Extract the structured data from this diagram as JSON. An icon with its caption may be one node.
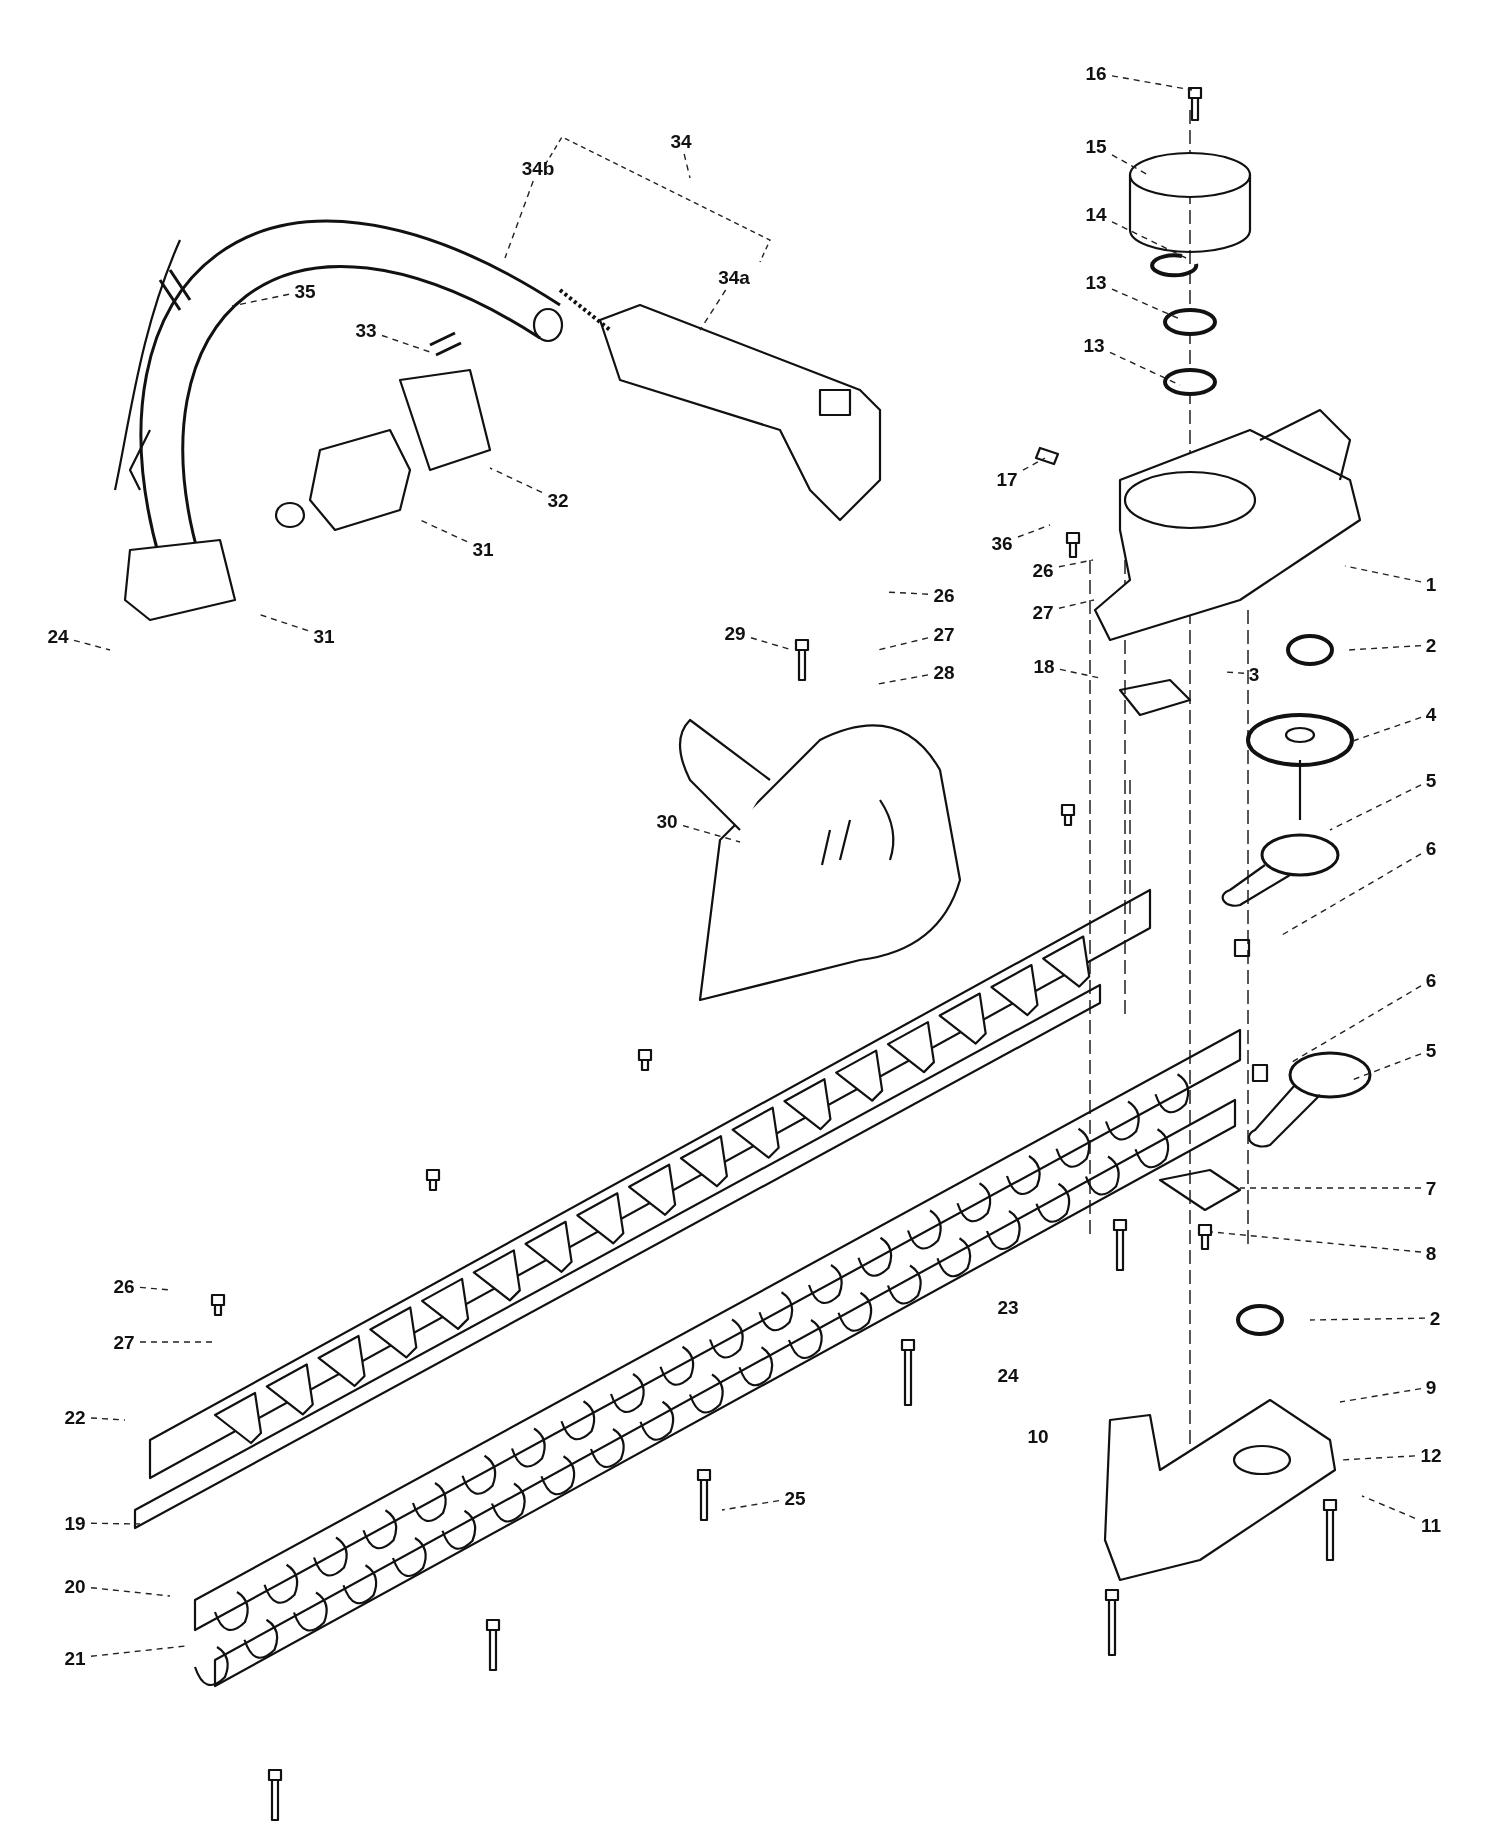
{
  "diagram": {
    "nodes": [
      {
        "text": [
          "16"
        ]
      },
      {
        "text": [
          "15"
        ]
      },
      {
        "text": [
          "14"
        ]
      },
      {
        "text": [
          "13"
        ]
      },
      {
        "text": [
          "13"
        ]
      },
      {
        "text": [
          "34"
        ]
      },
      {
        "text": [
          "34b"
        ]
      },
      {
        "text": [
          "34a"
        ]
      },
      {
        "text": [
          "35"
        ]
      },
      {
        "text": [
          "33"
        ]
      },
      {
        "text": [
          "32"
        ]
      },
      {
        "text": [
          "31"
        ]
      },
      {
        "text": [
          "31"
        ]
      },
      {
        "text": [
          "17"
        ]
      },
      {
        "text": [
          "36"
        ]
      },
      {
        "text": [
          "26"
        ]
      },
      {
        "text": [
          "27"
        ]
      },
      {
        "text": [
          "1"
        ]
      },
      {
        "text": [
          "2"
        ]
      },
      {
        "text": [
          "18"
        ]
      },
      {
        "text": [
          "3"
        ]
      },
      {
        "text": [
          "4"
        ]
      },
      {
        "text": [
          "5"
        ]
      },
      {
        "text": [
          "6"
        ]
      },
      {
        "text": [
          "6"
        ]
      },
      {
        "text": [
          "5"
        ]
      },
      {
        "text": [
          "7"
        ]
      },
      {
        "text": [
          "8"
        ]
      },
      {
        "text": [
          "2"
        ]
      },
      {
        "text": [
          "9"
        ]
      },
      {
        "text": [
          "12"
        ]
      },
      {
        "text": [
          "11"
        ]
      },
      {
        "text": [
          "26"
        ]
      },
      {
        "text": [
          "27"
        ]
      },
      {
        "text": [
          "28"
        ]
      },
      {
        "text": [
          "29"
        ]
      },
      {
        "text": [
          "30"
        ]
      },
      {
        "text": [
          "26"
        ]
      },
      {
        "text": [
          "27"
        ]
      },
      {
        "text": [
          "22"
        ]
      },
      {
        "text": [
          "19"
        ]
      },
      {
        "text": [
          "20"
        ]
      },
      {
        "text": [
          "21"
        ]
      },
      {
        "text": [
          "25"
        ]
      },
      {
        "text": [
          "24"
        ]
      }
    ],
    "edges": [
      {
        "from": 0,
        "to": null,
        "arrow": "none",
        "style": "dashed"
      },
      {
        "from": 1,
        "to": null,
        "arrow": "none",
        "style": "dashed"
      },
      {
        "from": 2,
        "to": null,
        "arrow": "none",
        "style": "dashed"
      },
      {
        "from": 3,
        "to": null,
        "arrow": "none",
        "style": "dashed"
      },
      {
        "from": 4,
        "to": null,
        "arrow": "none",
        "style": "dashed"
      },
      {
        "from": 5,
        "to": null,
        "arrow": "none",
        "style": "dashed"
      },
      {
        "from": 6,
        "to": null,
        "arrow": "none",
        "style": "dashed"
      },
      {
        "from": 7,
        "to": null,
        "arrow": "none",
        "style": "dashed"
      },
      {
        "from": 8,
        "to": null,
        "arrow": "none",
        "style": "dashed"
      },
      {
        "from": 9,
        "to": null,
        "arrow": "none",
        "style": "dashed"
      },
      {
        "from": 10,
        "to": null,
        "arrow": "none",
        "style": "dashed"
      },
      {
        "from": 11,
        "to": null,
        "arrow": "none",
        "style": "dashed"
      },
      {
        "from": 12,
        "to": null,
        "arrow": "none",
        "style": "dashed"
      },
      {
        "from": 13,
        "to": null,
        "arrow": "none",
        "style": "dashed"
      },
      {
        "from": 14,
        "to": null,
        "arrow": "none",
        "style": "dashed"
      },
      {
        "from": 15,
        "to": null,
        "arrow": "none",
        "style": "dashed"
      },
      {
        "from": 16,
        "to": null,
        "arrow": "none",
        "style": "dashed"
      },
      {
        "from": 17,
        "to": null,
        "arrow": "none",
        "style": "dashed"
      },
      {
        "from": 18,
        "to": null,
        "arrow": "none",
        "style": "dashed"
      },
      {
        "from": 19,
        "to": null,
        "arrow": "none",
        "style": "dashed"
      },
      {
        "from": 20,
        "to": null,
        "arrow": "none",
        "style": "dashed"
      },
      {
        "from": 21,
        "to": null,
        "arrow": "none",
        "style": "dashed"
      },
      {
        "from": 22,
        "to": null,
        "arrow": "none",
        "style": "dashed"
      },
      {
        "from": 23,
        "to": null,
        "arrow": "none",
        "style": "dashed"
      },
      {
        "from": 24,
        "to": null,
        "arrow": "none",
        "style": "dashed"
      },
      {
        "from": 25,
        "to": null,
        "arrow": "none",
        "style": "dashed"
      },
      {
        "from": 26,
        "to": null,
        "arrow": "none",
        "style": "dashed"
      },
      {
        "from": 27,
        "to": null,
        "arrow": "none",
        "style": "dashed"
      },
      {
        "from": 28,
        "to": null,
        "arrow": "none",
        "style": "dashed"
      },
      {
        "from": 29,
        "to": null,
        "arrow": "none",
        "style": "dashed"
      },
      {
        "from": 30,
        "to": null,
        "arrow": "none",
        "style": "dashed"
      },
      {
        "from": 31,
        "to": null,
        "arrow": "none",
        "style": "dashed"
      },
      {
        "from": 32,
        "to": null,
        "arrow": "none",
        "style": "dashed"
      },
      {
        "from": 33,
        "to": null,
        "arrow": "none",
        "style": "dashed"
      },
      {
        "from": 34,
        "to": null,
        "arrow": "none",
        "style": "dashed"
      },
      {
        "from": 35,
        "to": null,
        "arrow": "none",
        "style": "dashed"
      },
      {
        "from": 36,
        "to": null,
        "arrow": "none",
        "style": "dashed"
      },
      {
        "from": 37,
        "to": null,
        "arrow": "none",
        "style": "dashed"
      },
      {
        "from": 38,
        "to": null,
        "arrow": "none",
        "style": "dashed"
      },
      {
        "from": 39,
        "to": null,
        "arrow": "none",
        "style": "dashed"
      },
      {
        "from": 40,
        "to": null,
        "arrow": "none",
        "style": "dashed"
      },
      {
        "from": 41,
        "to": null,
        "arrow": "none",
        "style": "dashed"
      },
      {
        "from": 42,
        "to": null,
        "arrow": "none",
        "style": "dashed"
      },
      {
        "from": 43,
        "to": null,
        "arrow": "none",
        "style": "dashed"
      },
      {
        "from": 44,
        "to": null,
        "arrow": "none",
        "style": "dashed"
      }
    ],
    "labels": [
      "23",
      "24",
      "10"
    ]
  }
}
